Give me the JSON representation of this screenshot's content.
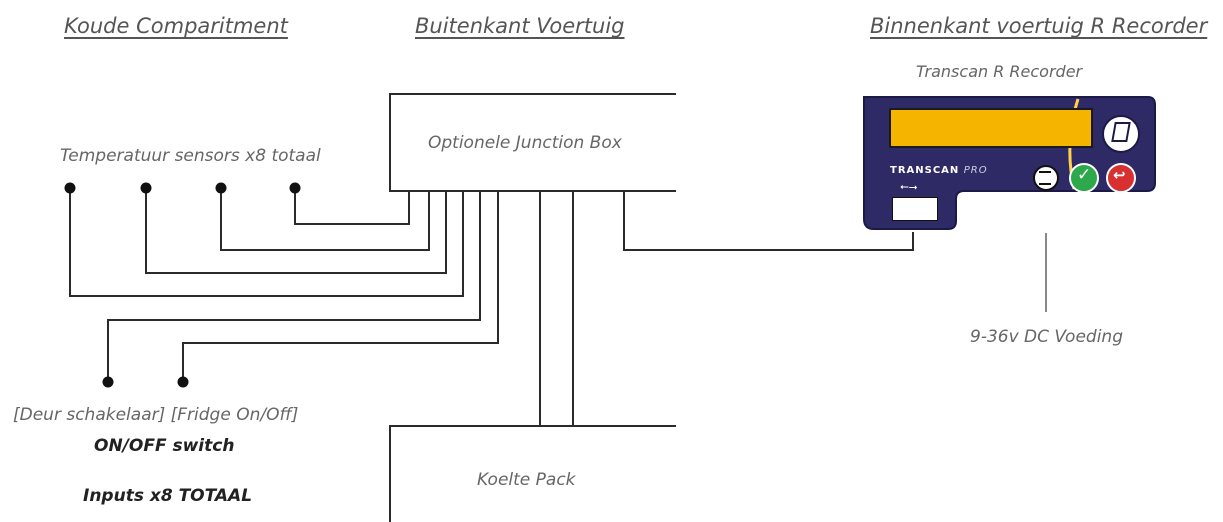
{
  "headers": {
    "cold_compartment": "Koude Comparitment",
    "outside_vehicle": "Buitenkant Voertuig",
    "inside_vehicle": "Binnenkant voertuig R Recorder"
  },
  "labels": {
    "sensors": "Temperatuur sensors x8 totaal",
    "junction_box": "Optionele Junction Box",
    "cooling_pack": "Koelte Pack",
    "recorder_name": "Transcan R Recorder",
    "power": "9-36v DC Voeding",
    "switches": "[Deur schakelaar] [Fridge On/Off]",
    "on_off": "ON/OFF switch",
    "inputs": "Inputs x8 TOTAAL"
  },
  "device": {
    "brand": "TRANSCAN",
    "model": "PRO"
  },
  "colors": {
    "line": "#2b2b2b",
    "device_body": "#2e2a66",
    "display": "#f5b400",
    "ok_button": "#2da84a",
    "enter_button": "#d83030"
  }
}
